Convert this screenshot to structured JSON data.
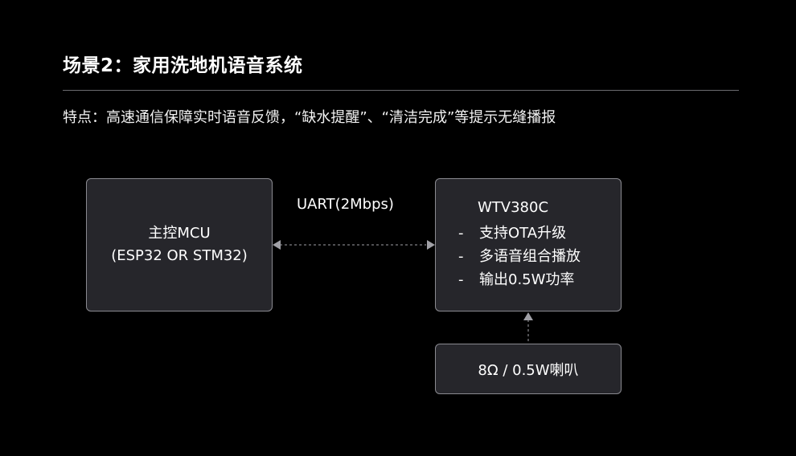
{
  "slide": {
    "title": "场景2：家用洗地机语音系统",
    "description": "特点：高速通信保障实时语音反馈，“缺水提醒”、“清洁完成”等提示无缝播报"
  },
  "diagram": {
    "mcu": {
      "line1": "主控MCU",
      "line2": "(ESP32 OR STM32)"
    },
    "link": {
      "label": "UART(2Mbps)"
    },
    "wtv": {
      "title": "WTV380C",
      "features": [
        {
          "dash": "-",
          "text": "支持OTA升级"
        },
        {
          "dash": "-",
          "text": "多语音组合播放"
        },
        {
          "dash": "-",
          "text": "输出0.5W功率"
        }
      ]
    },
    "speaker": {
      "label": "8Ω / 0.5W喇叭"
    }
  },
  "colors": {
    "background": "#000000",
    "box_fill": "#26262b",
    "box_border": "#8a8a90",
    "connector": "#a0a0a6",
    "text": "#ffffff"
  }
}
